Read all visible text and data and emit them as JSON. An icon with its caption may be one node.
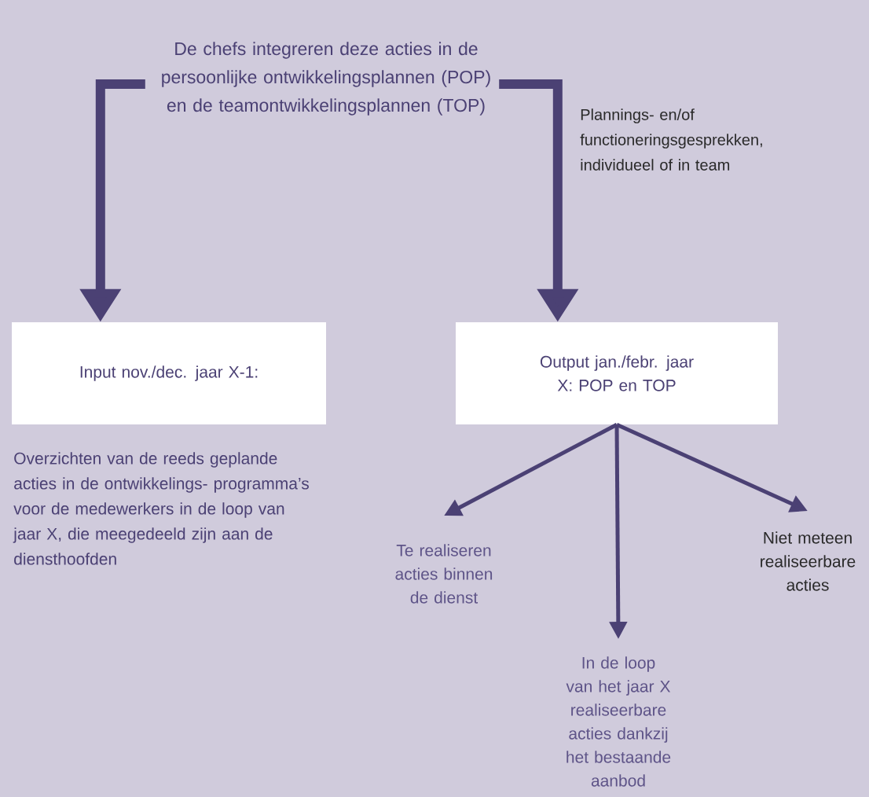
{
  "diagram": {
    "nodes": [
      {
        "text": [
          "De chefs integreren deze acties in de persoonlijke ontwikkelingsplannen (POP) en de teamontwikkelingsplannen (TOP)"
        ]
      },
      {
        "text": [
          "Input nov./dec. jaar X-1:"
        ],
        "beside": [
          "Overzichten van de reeds geplande acties in de ontwikkelings- programma’s voor de medewerkers in de loop van jaar X, die meegedeeld zijn aan de diensthoofden"
        ]
      },
      {
        "text": [
          "Output jan./febr. jaar X: POP en TOP"
        ]
      },
      {
        "text": [
          "Te realiseren acties binnen de dienst"
        ]
      },
      {
        "text": [
          "In de loop van het jaar X realiseerbare acties dankzij het bestaande aanbod"
        ]
      },
      {
        "text": [
          "Niet meteen realiseerbare acties"
        ]
      }
    ],
    "edges": [
      {
        "from": 0,
        "to": 1,
        "arrow": "to",
        "style": "thick"
      },
      {
        "from": 0,
        "to": 2,
        "arrow": "to",
        "style": "thick",
        "label": "Plannings- en/of functioneringsgesprekken, individueel of in team"
      },
      {
        "from": 2,
        "to": 3,
        "arrow": "to"
      },
      {
        "from": 2,
        "to": 4,
        "arrow": "to"
      },
      {
        "from": 2,
        "to": 5,
        "arrow": "to"
      }
    ]
  }
}
